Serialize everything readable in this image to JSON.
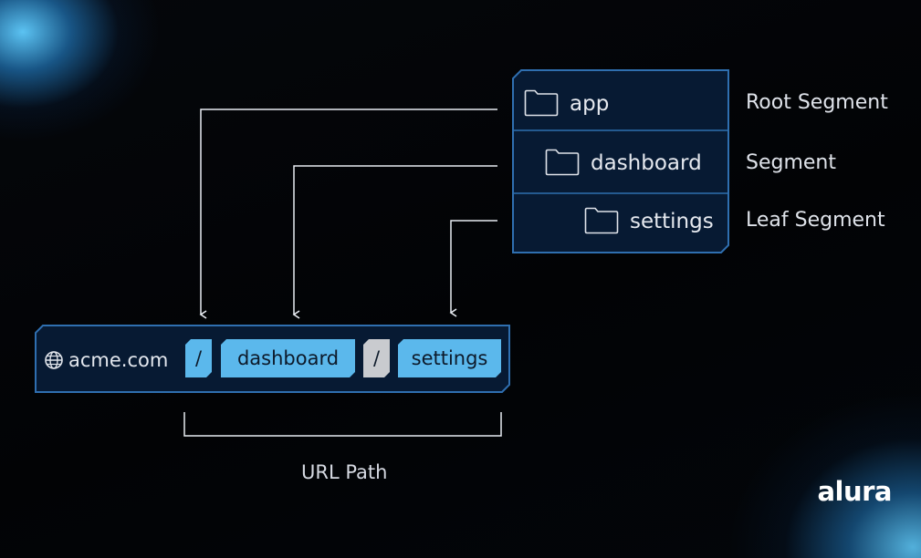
{
  "folders": [
    {
      "name": "app",
      "role": "Root Segment"
    },
    {
      "name": "dashboard",
      "role": "Segment"
    },
    {
      "name": "settings",
      "role": "Leaf Segment"
    }
  ],
  "url": {
    "host": "acme.com",
    "host_icon": "globe-icon",
    "separator": "/",
    "segments": [
      "dashboard",
      "settings"
    ]
  },
  "bracket_label": "URL Path",
  "brand": "alura",
  "colors": {
    "panel_fill": "#071a33",
    "panel_border": "#2f6fb0",
    "chip_blue": "#5bb8ec",
    "chip_gray": "#c9cbcf",
    "glow": "#60cdff"
  }
}
